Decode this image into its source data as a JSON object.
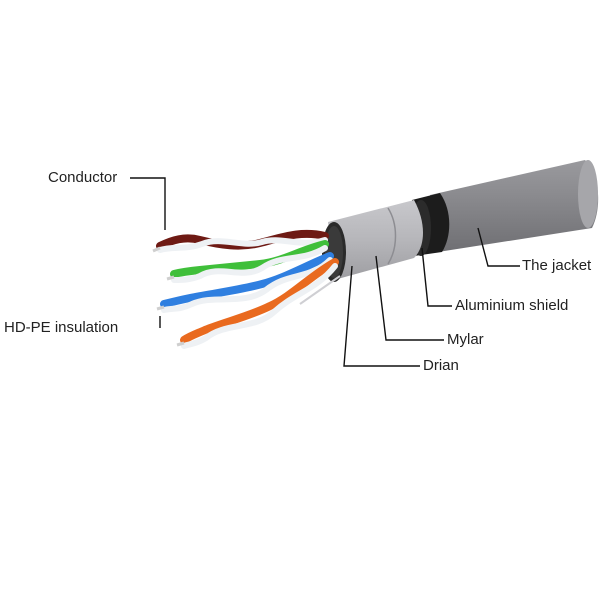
{
  "labels": {
    "conductor": "Conductor",
    "insulation": "HD-PE insulation",
    "jacket": "The jacket",
    "aluminium": "Aluminium shield",
    "mylar": "Mylar",
    "drain": "Drian"
  },
  "colors": {
    "jacket": "#8a8a8e",
    "mylar": "#b4b4b8",
    "shield": "#1c1c1c",
    "pair_brown": "#6e1a14",
    "pair_green": "#3fbf3a",
    "pair_blue": "#2f7fe0",
    "pair_orange": "#e96a1f",
    "white_strand": "#eef1f4",
    "copper": "#d9d9d9"
  }
}
